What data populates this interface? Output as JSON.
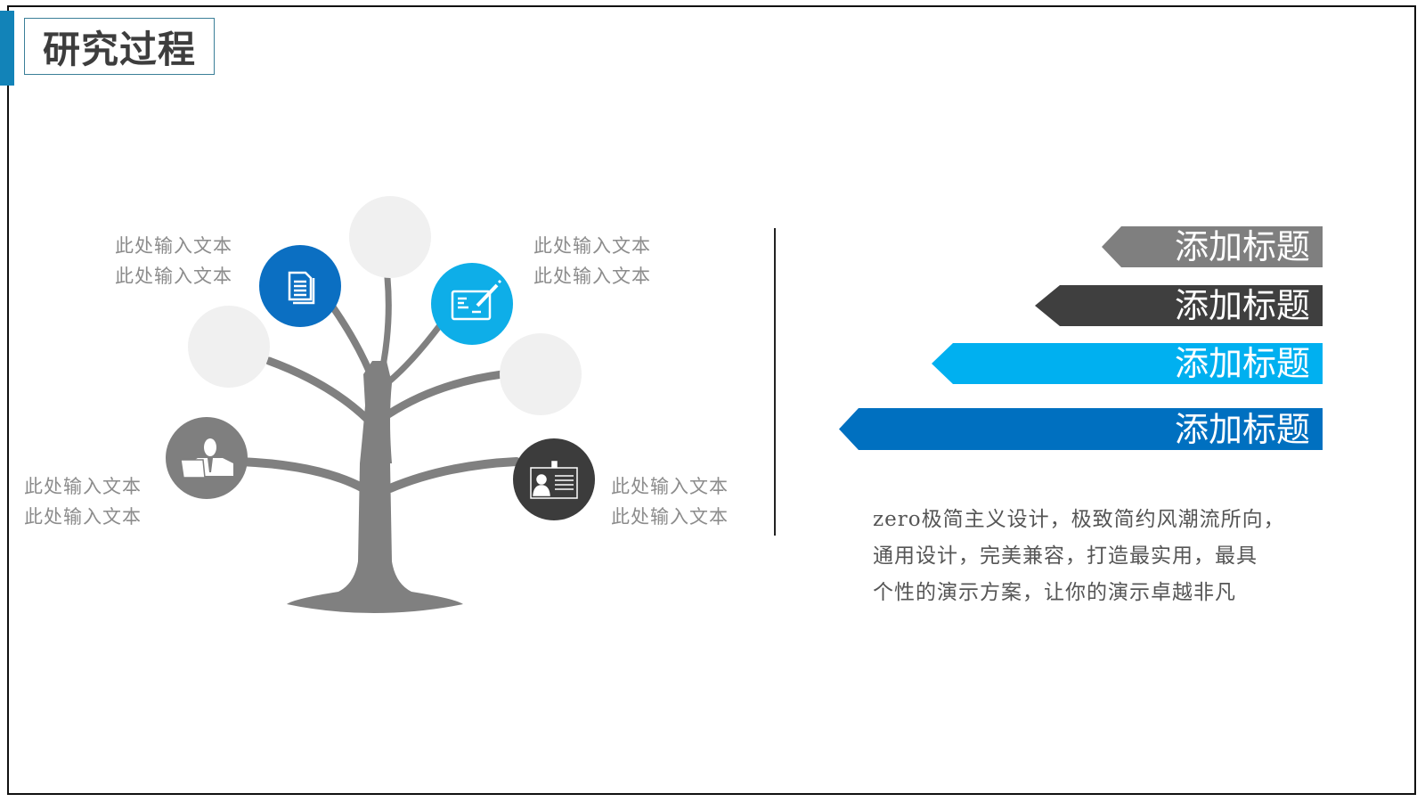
{
  "slide": {
    "title": "研究过程",
    "accent_color": "#1283b8"
  },
  "tree": {
    "trunk_color": "#808080",
    "decorative_circle_color": "#f0f0f0",
    "nodes": [
      {
        "name": "document",
        "icon": "document-icon",
        "color": "#0b6fc2"
      },
      {
        "name": "edit-card",
        "icon": "edit-card-icon",
        "color": "#0eaee8"
      },
      {
        "name": "businessman",
        "icon": "businessman-icon",
        "color": "#7f7f7f"
      },
      {
        "name": "id-badge",
        "icon": "id-badge-icon",
        "color": "#3c3c3c"
      }
    ]
  },
  "labels": {
    "top_left": [
      "此处输入文本",
      "此处输入文本"
    ],
    "top_right": [
      "此处输入文本",
      "此处输入文本"
    ],
    "bottom_left": [
      "此处输入文本",
      "此处输入文本"
    ],
    "bottom_right": [
      "此处输入文本",
      "此处输入文本"
    ]
  },
  "banners": [
    {
      "label": "添加标题",
      "color": "#7f7f7f"
    },
    {
      "label": "添加标题",
      "color": "#3f3f3f"
    },
    {
      "label": "添加标题",
      "color": "#00b0f0"
    },
    {
      "label": "添加标题",
      "color": "#0070c0"
    }
  ],
  "description": {
    "lines": [
      "zero极简主义设计，极致简约风潮流所向，",
      "通用设计，完美兼容，打造最实用，最具",
      "个性的演示方案，让你的演示卓越非凡"
    ]
  }
}
